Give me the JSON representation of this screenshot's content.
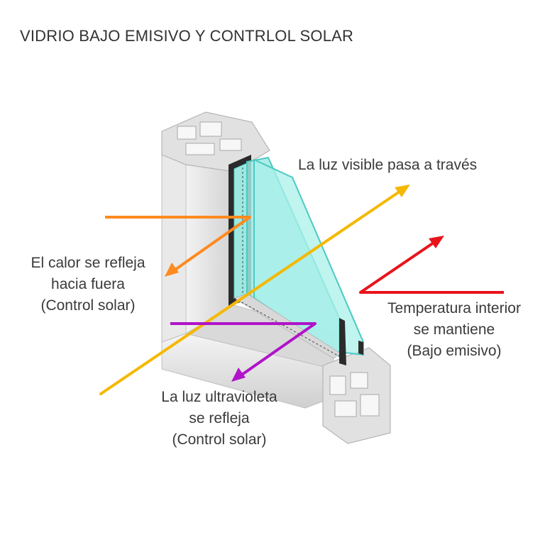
{
  "title": "VIDRIO BAJO EMISIVO Y CONTRLOL SOLAR",
  "labels": {
    "visible_light": [
      "La luz visible pasa a través"
    ],
    "heat": [
      "El calor se refleja",
      "hacia fuera",
      "(Control solar)"
    ],
    "temperature": [
      "Temperatura interior",
      "se mantiene",
      "(Bajo emisivo)"
    ],
    "uv": [
      "La luz ultravioleta",
      "se refleja",
      "(Control solar)"
    ]
  },
  "colors": {
    "visible_light": "#f5b800",
    "heat": "#ff8a1e",
    "temperature": "#e8141c",
    "uv": "#b013c9",
    "glass": "#7fe7e3",
    "frame": "#e3e3e3"
  }
}
